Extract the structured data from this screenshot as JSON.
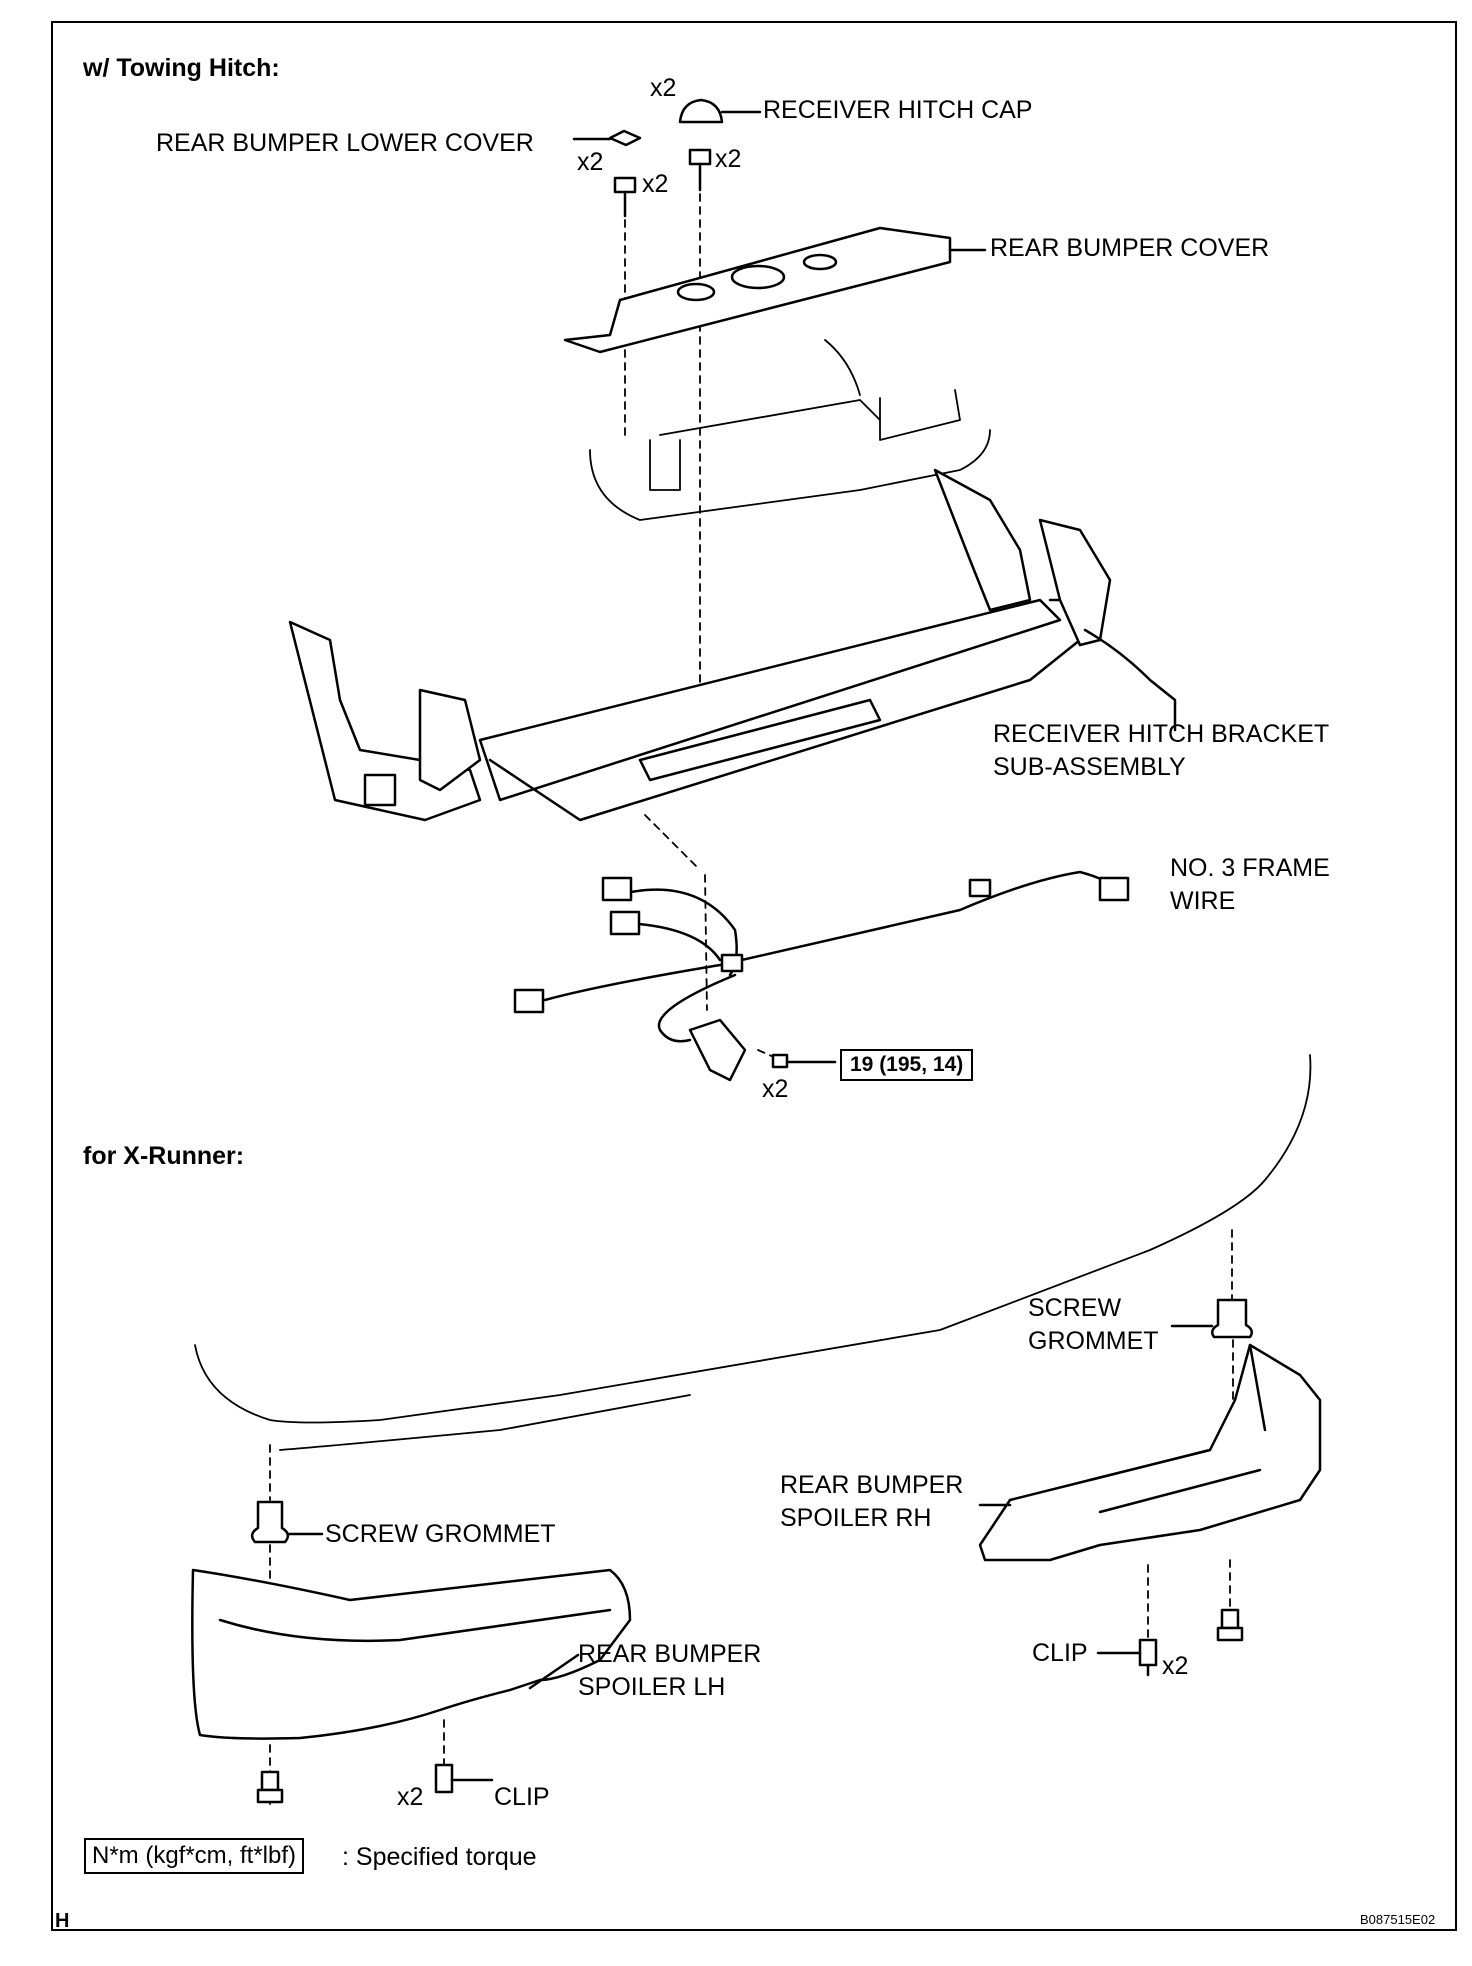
{
  "headers": {
    "towing": "w/ Towing Hitch:",
    "xrunner": "for X-Runner:"
  },
  "labels": {
    "receiver_hitch_cap": "RECEIVER HITCH CAP",
    "rear_bumper_lower_cover": "REAR BUMPER LOWER COVER",
    "rear_bumper_cover": "REAR BUMPER COVER",
    "receiver_hitch_bracket_1": "RECEIVER HITCH BRACKET",
    "receiver_hitch_bracket_2": "SUB-ASSEMBLY",
    "frame_wire_1": "NO. 3 FRAME",
    "frame_wire_2": "WIRE",
    "torque_value": "19 (195, 14)",
    "screw_grommet_rh_1": "SCREW",
    "screw_grommet_rh_2": "GROMMET",
    "spoiler_rh_1": "REAR BUMPER",
    "spoiler_rh_2": "SPOILER RH",
    "screw_grommet_lh": "SCREW GROMMET",
    "spoiler_lh_1": "REAR BUMPER",
    "spoiler_lh_2": "SPOILER LH",
    "clip_rh": "CLIP",
    "clip_lh": "CLIP"
  },
  "quantities": {
    "cap": "x2",
    "lower_cover": "x2",
    "bolt_left": "x2",
    "bolt_right": "x2",
    "connector_screw": "x2",
    "clip_rh": "x2",
    "clip_lh": "x2"
  },
  "legend": {
    "box": "N*m (kgf*cm, ft*lbf)",
    "text": ": Specified torque"
  },
  "footer": {
    "corner": "H",
    "code": "B087515E02"
  }
}
